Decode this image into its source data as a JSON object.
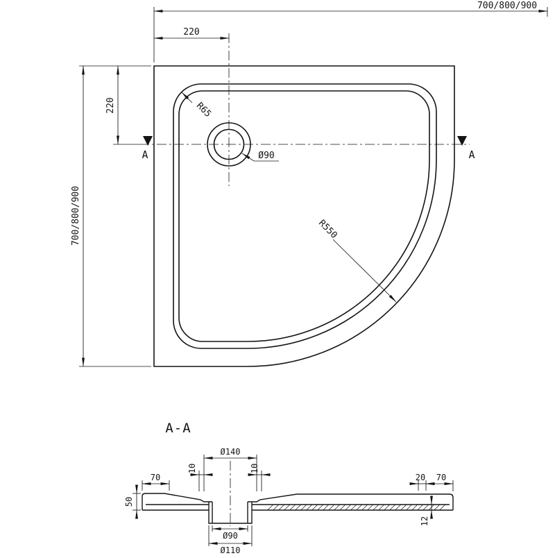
{
  "colors": {
    "ink": "#141414",
    "background": "#ffffff"
  },
  "plan_view": {
    "width_dim": "700/800/900",
    "height_dim": "700/800/900",
    "drain_offset_top": "220",
    "drain_offset_left": "220",
    "corner_radius_label": "R65",
    "drain_diameter_label": "Ø90",
    "front_radius_label": "R550",
    "section_marker_left": "A",
    "section_marker_right": "A"
  },
  "section_view": {
    "title": "A-A",
    "recess_diameter_label": "Ø140",
    "left_rim_width": "70",
    "left_step": "10",
    "right_step": "10",
    "right_inset": "20",
    "right_rim_width": "70",
    "tray_height": "50",
    "edge_thickness": "12",
    "drain_hole_label": "Ø90",
    "drain_flange_label": "Ø110"
  }
}
